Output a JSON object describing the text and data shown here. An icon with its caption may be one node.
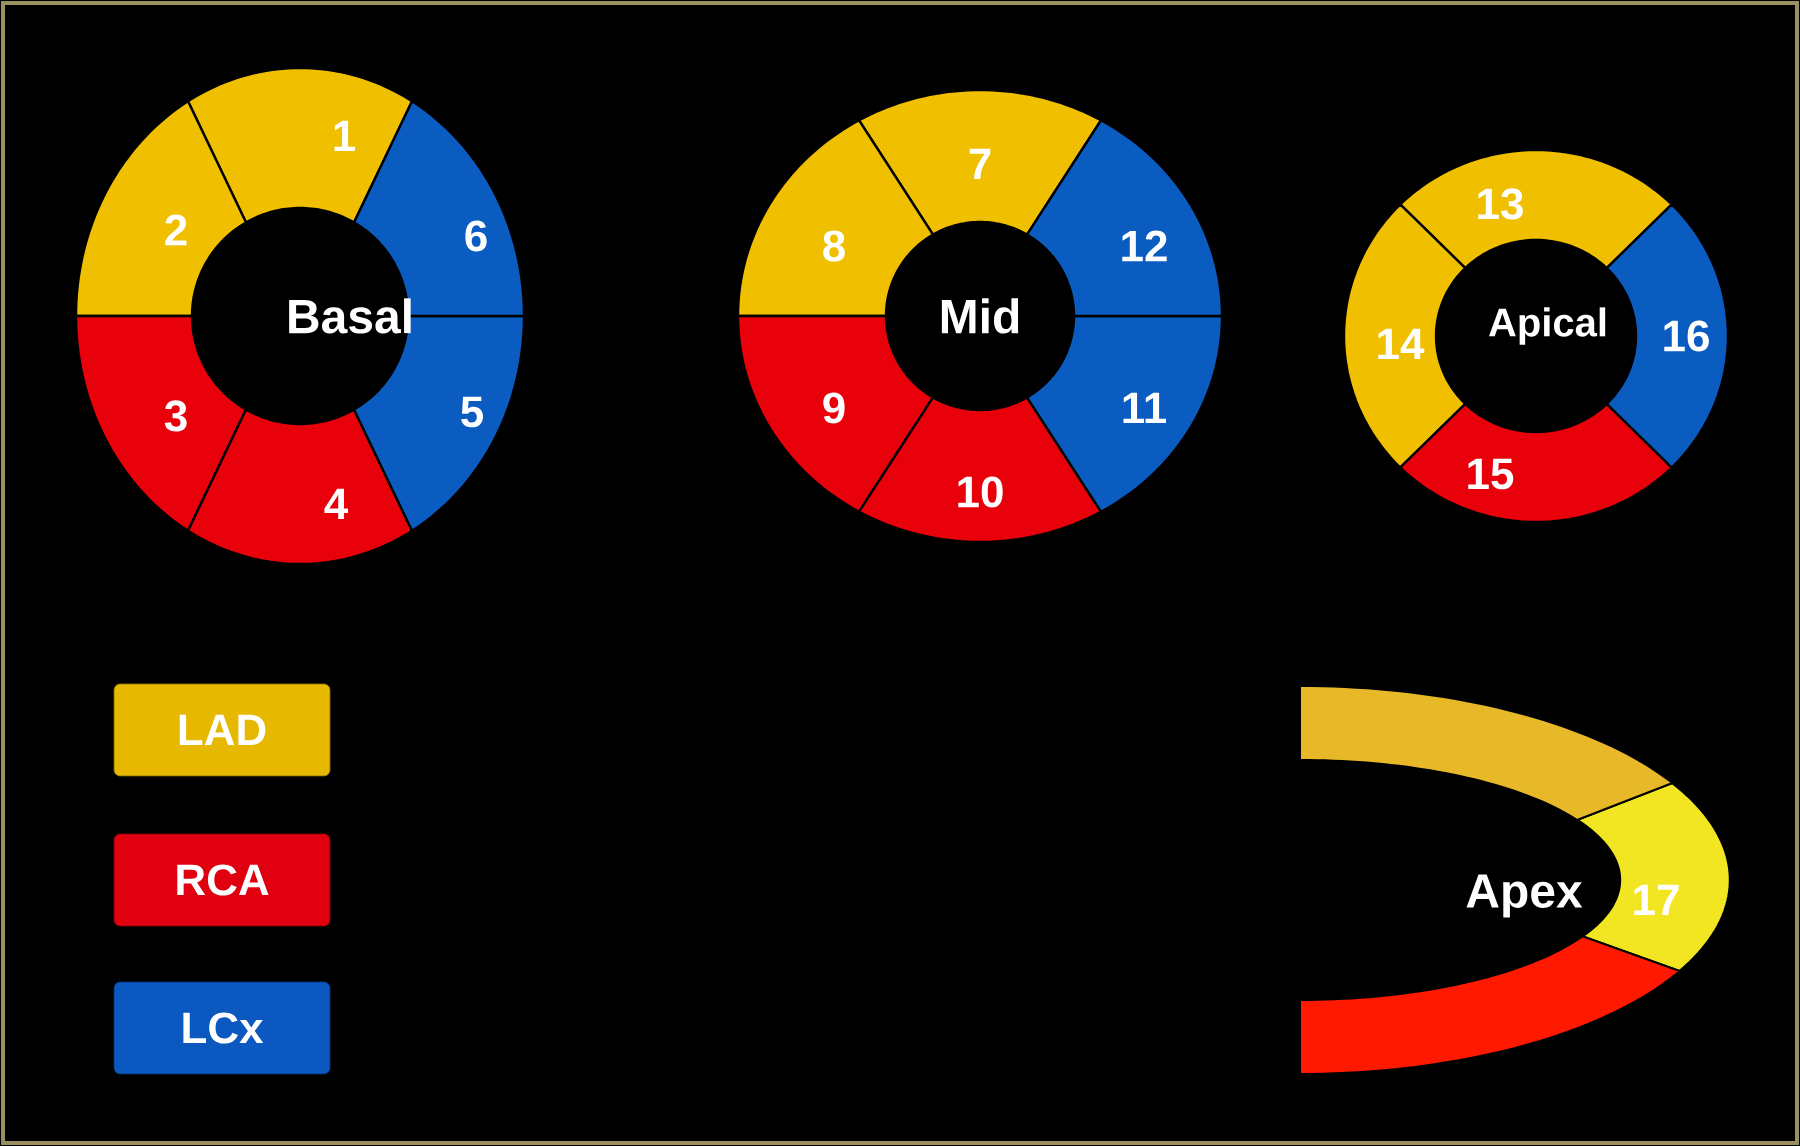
{
  "diagram": {
    "nodes": [
      {
        "text": [
          "1"
        ]
      },
      {
        "text": [
          "2"
        ]
      },
      {
        "text": [
          "3"
        ]
      },
      {
        "text": [
          "4"
        ]
      },
      {
        "text": [
          "5"
        ]
      },
      {
        "text": [
          "6"
        ]
      },
      {
        "text": [
          "7"
        ]
      },
      {
        "text": [
          "8"
        ]
      },
      {
        "text": [
          "9"
        ]
      },
      {
        "text": [
          "10"
        ]
      },
      {
        "text": [
          "11"
        ]
      },
      {
        "text": [
          "12"
        ]
      },
      {
        "text": [
          "13"
        ]
      },
      {
        "text": [
          "14"
        ]
      },
      {
        "text": [
          "15"
        ]
      },
      {
        "text": [
          "16"
        ]
      },
      {
        "text": [
          "17"
        ]
      },
      {
        "text": [],
        "shape": "band"
      },
      {
        "text": [],
        "shape": "band"
      }
    ],
    "labels": [
      "Basal",
      "Mid",
      "Apical",
      "Apex"
    ],
    "legend": [
      {
        "text": "LAD",
        "color": "#e6b800"
      },
      {
        "text": "RCA",
        "color": "#e00010"
      },
      {
        "text": "LCx",
        "color": "#0a58c0"
      }
    ]
  }
}
